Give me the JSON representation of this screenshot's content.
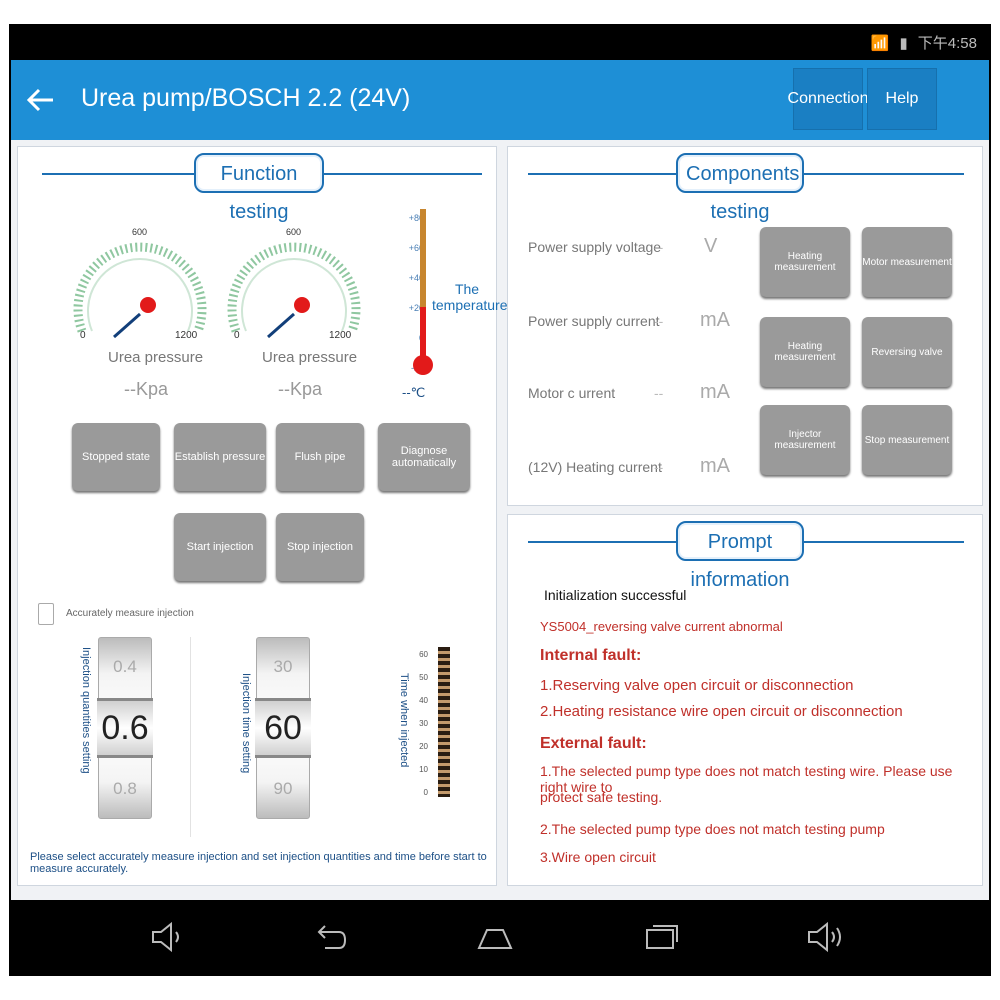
{
  "status": {
    "time": "下午4:58"
  },
  "header": {
    "title": "Urea pump/BOSCH 2.2 (24V)",
    "connection_label": "Connection",
    "help_label": "Help"
  },
  "function": {
    "title": "Function testing",
    "gauge1": {
      "scale_max": "1200",
      "scale_min": "0",
      "scale_mid": "600",
      "label": "Urea pressure",
      "value": "--",
      "unit": "Kpa"
    },
    "gauge2": {
      "scale_max": "1200",
      "scale_min": "0",
      "scale_mid": "600",
      "label": "Urea pressure",
      "value": "--",
      "unit": "Kpa"
    },
    "thermo": {
      "label": "The temperature",
      "value": "--",
      "unit": "℃",
      "ticks": [
        "+80",
        "+60",
        "+40",
        "+20",
        "0",
        "-20"
      ]
    },
    "buttons": {
      "stopped": "Stopped state",
      "establish": "Establish pressure",
      "flush": "Flush pipe",
      "diagnose": "Diagnose automatically",
      "start": "Start injection",
      "stop": "Stop injection"
    },
    "accurate_label": "Accurately measure injection",
    "roller1": {
      "label": "Injection quantities setting",
      "prev": "0.4",
      "value": "0.6",
      "next": "0.8"
    },
    "roller2": {
      "label": "Injection time setting",
      "prev": "30",
      "value": "60",
      "next": "90"
    },
    "time_label": "Time when injected",
    "time_ticks": [
      "60",
      "50",
      "40",
      "30",
      "20",
      "10",
      "0"
    ],
    "footer": "Please select accurately measure injection and set injection quantities and time before start to measure accurately."
  },
  "components": {
    "title": "Components testing",
    "rows": [
      {
        "label": "Power supply voltage",
        "value": "--",
        "unit": "V"
      },
      {
        "label": "Power supply current",
        "value": "--",
        "unit": "mA"
      },
      {
        "label": "Motor c urrent",
        "value": "--",
        "unit": "mA"
      },
      {
        "label": "(12V)  Heating current",
        "value": "--",
        "unit": "mA"
      }
    ],
    "buttons": [
      "Heating measurement",
      "Motor measurement",
      "Heating measurement",
      "Reversing valve",
      "Injector measurement",
      "Stop measurement"
    ]
  },
  "prompt": {
    "title": "Prompt information",
    "init": "Initialization successful",
    "code": "YS5004_reversing valve current abnormal",
    "internal_title": "Internal fault:",
    "internal": [
      "1.Reserving valve open circuit or disconnection",
      "2.Heating resistance wire open circuit or disconnection"
    ],
    "external_title": "External fault:",
    "external1a": "1.The selected pump type does not match testing wire. Please use right wire to",
    "external1b": "protect safe testing.",
    "external2": "2.The selected pump type does not match testing pump",
    "external3": "3.Wire open circuit"
  },
  "colors": {
    "accent": "#1e8fd6",
    "error": "#c0302a",
    "button": "#9a9a9a"
  }
}
